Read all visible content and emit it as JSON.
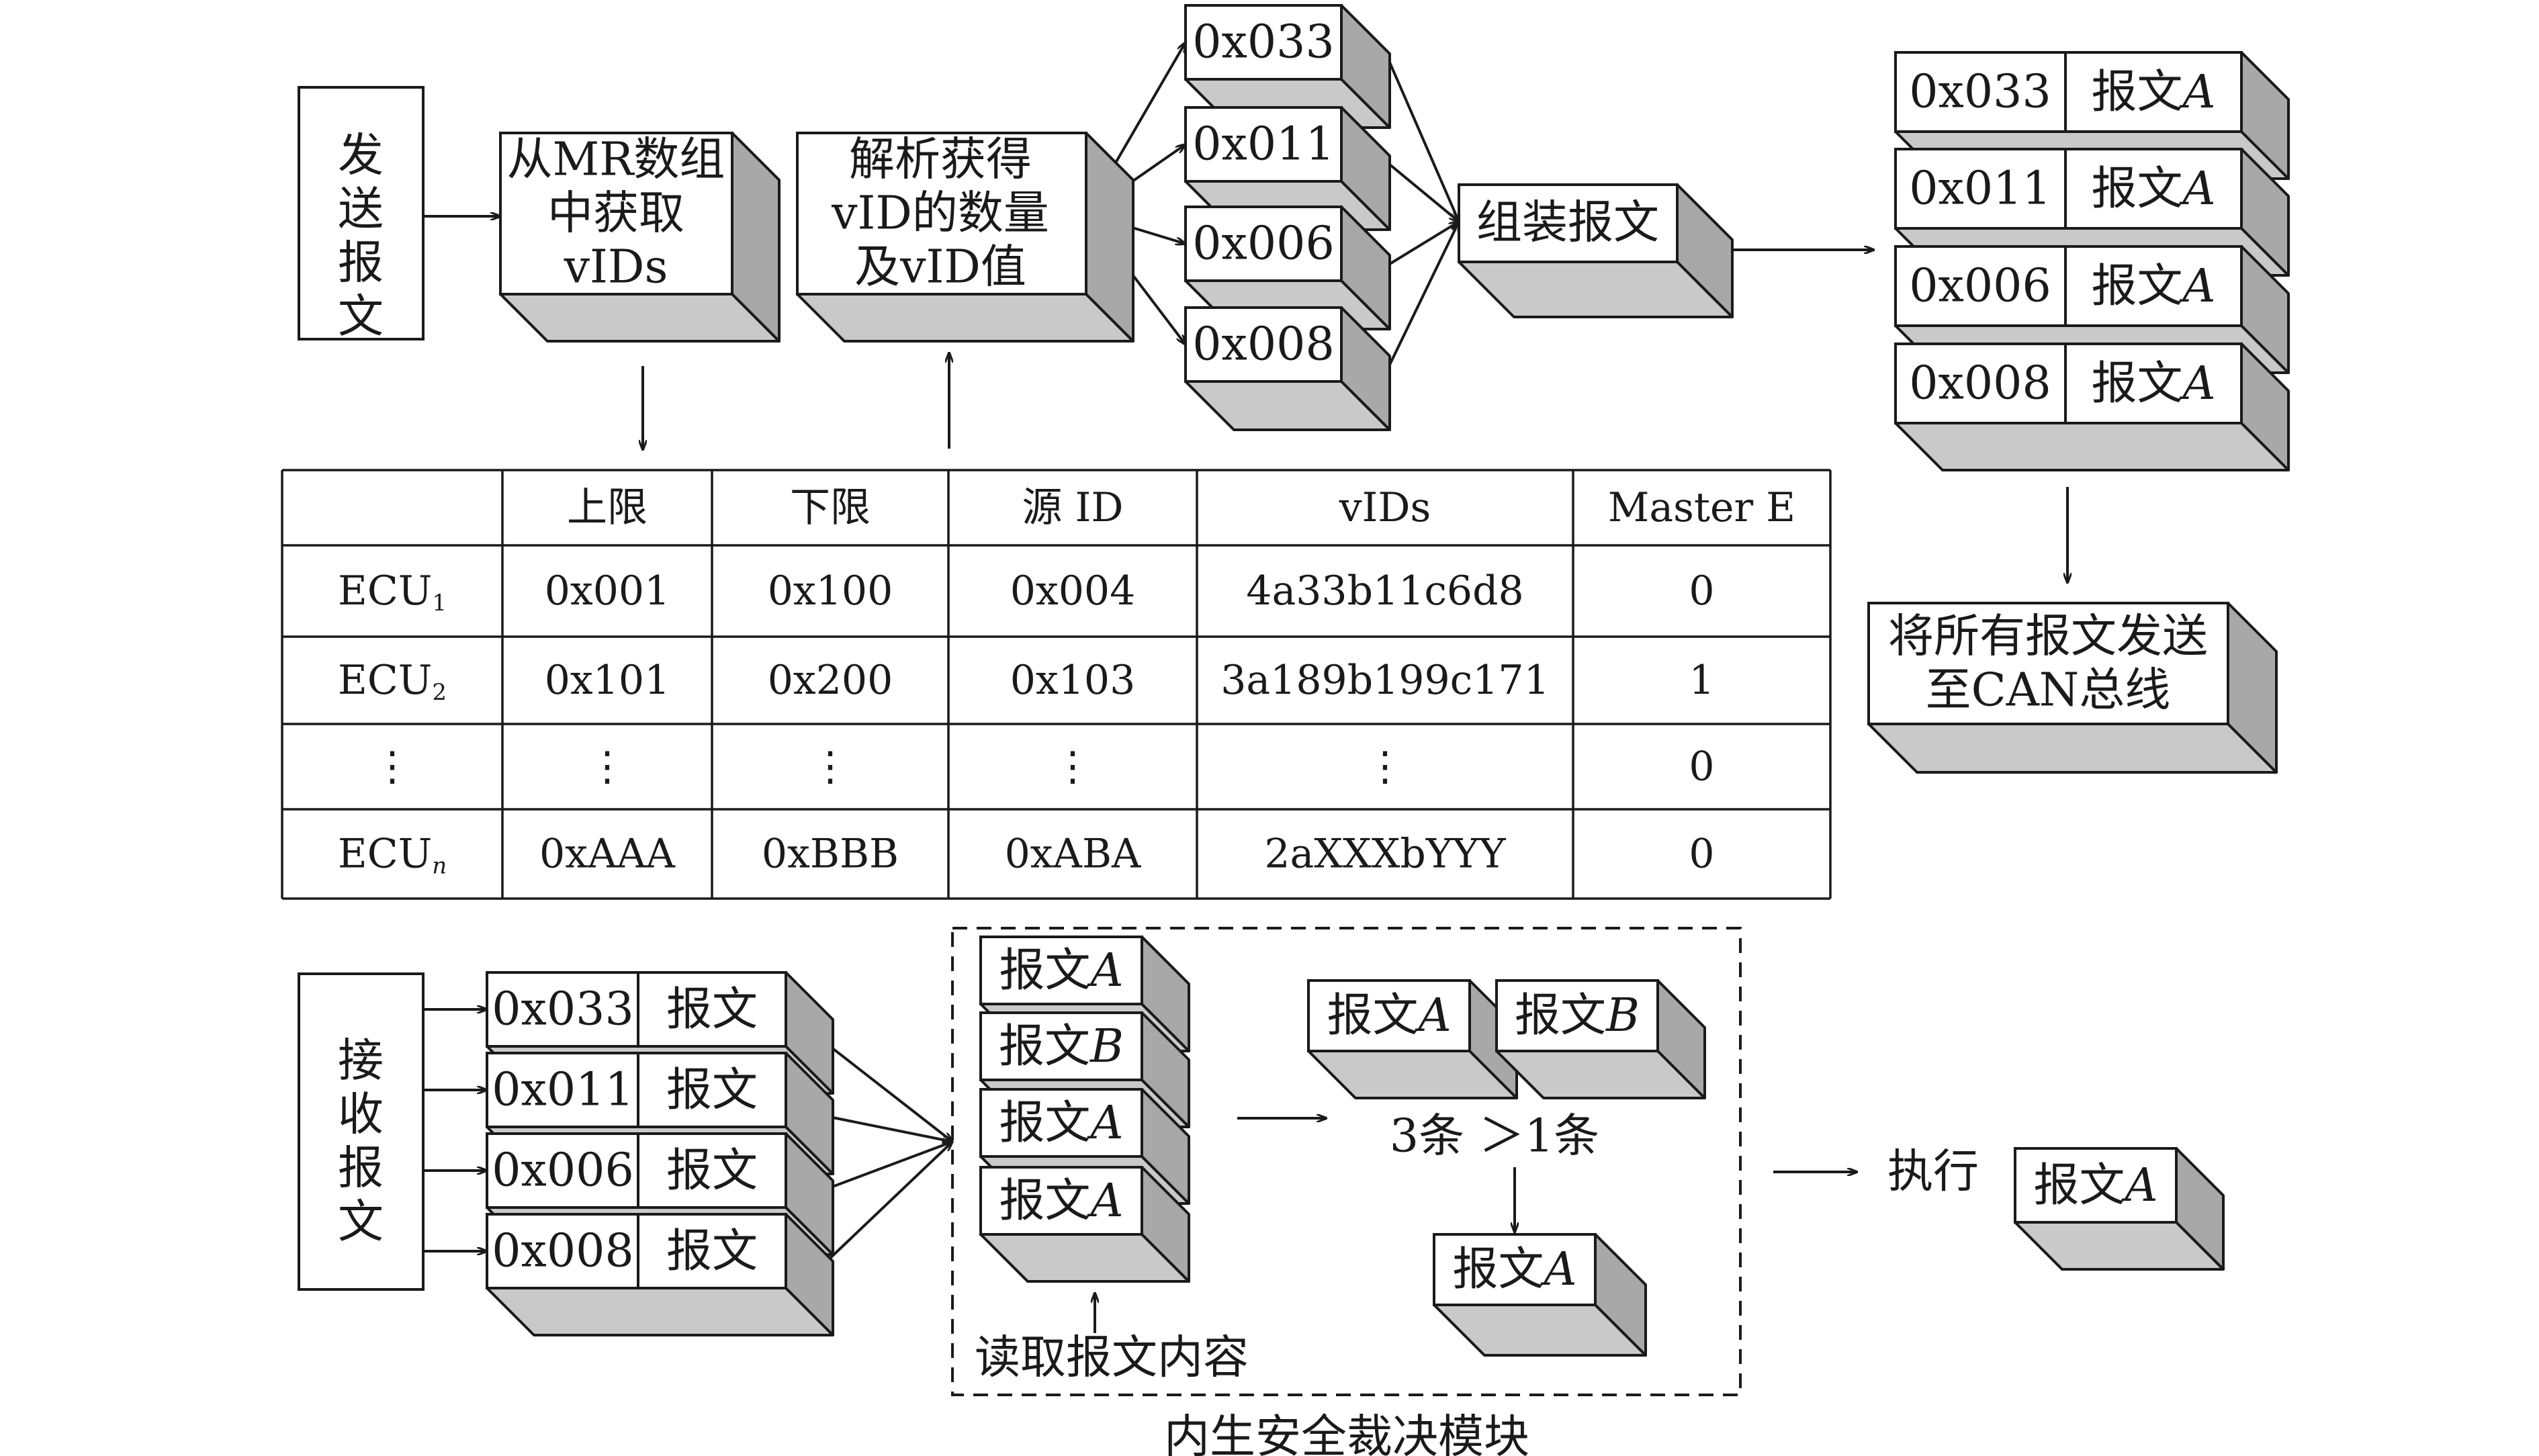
{
  "send": {
    "send_box": "发送报文",
    "lookup_lines": [
      "从MR数组",
      "中获取",
      "vIDs"
    ],
    "parse_lines": [
      "解析获得",
      "vID的数量",
      "及vID值"
    ],
    "vid_list": [
      "0x033",
      "0x011",
      "0x006",
      "0x008"
    ],
    "assemble": "组装报文",
    "assembled_stack": [
      {
        "id": "0x033",
        "msg": "报文",
        "var": "A"
      },
      {
        "id": "0x011",
        "msg": "报文",
        "var": "A"
      },
      {
        "id": "0x006",
        "msg": "报文",
        "var": "A"
      },
      {
        "id": "0x008",
        "msg": "报文",
        "var": "A"
      }
    ],
    "send_all_lines": [
      "将所有报文发送",
      "至CAN总线"
    ]
  },
  "table": {
    "headers": [
      "",
      "上限",
      "下限",
      "源 ID",
      "vIDs",
      "Master E"
    ],
    "rows": [
      {
        "name": "ECU",
        "sub": "1",
        "cells": [
          "0x001",
          "0x100",
          "0x004",
          "4a33b11c6d8",
          "0"
        ]
      },
      {
        "name": "ECU",
        "sub": "2",
        "cells": [
          "0x101",
          "0x200",
          "0x103",
          "3a189b199c171",
          "1"
        ]
      },
      {
        "name": "⋮",
        "sub": "",
        "cells": [
          "⋮",
          "⋮",
          "⋮",
          "⋮",
          "0"
        ]
      },
      {
        "name": "ECU",
        "sub": "n",
        "cells": [
          "0xAAA",
          "0xBBB",
          "0xABA",
          "2aXXXbYYY",
          "0"
        ]
      }
    ]
  },
  "receive": {
    "recv_box": "接收报文",
    "recv_stack": [
      {
        "id": "0x033",
        "msg": "报文"
      },
      {
        "id": "0x011",
        "msg": "报文"
      },
      {
        "id": "0x006",
        "msg": "报文"
      },
      {
        "id": "0x008",
        "msg": "报文"
      }
    ],
    "content_stack": [
      {
        "msg": "报文",
        "var": "A"
      },
      {
        "msg": "报文",
        "var": "B"
      },
      {
        "msg": "报文",
        "var": "A"
      },
      {
        "msg": "报文",
        "var": "A"
      }
    ],
    "read_label": "读取报文内容",
    "compare": [
      {
        "msg": "报文",
        "var": "A"
      },
      {
        "msg": "报文",
        "var": "B"
      }
    ],
    "vote_label": "3条 ＞1条",
    "vote_result": {
      "msg": "报文",
      "var": "A"
    },
    "execute_label": "执行",
    "execute_result": {
      "msg": "报文",
      "var": "A"
    },
    "module_label": "内生安全裁决模块"
  }
}
